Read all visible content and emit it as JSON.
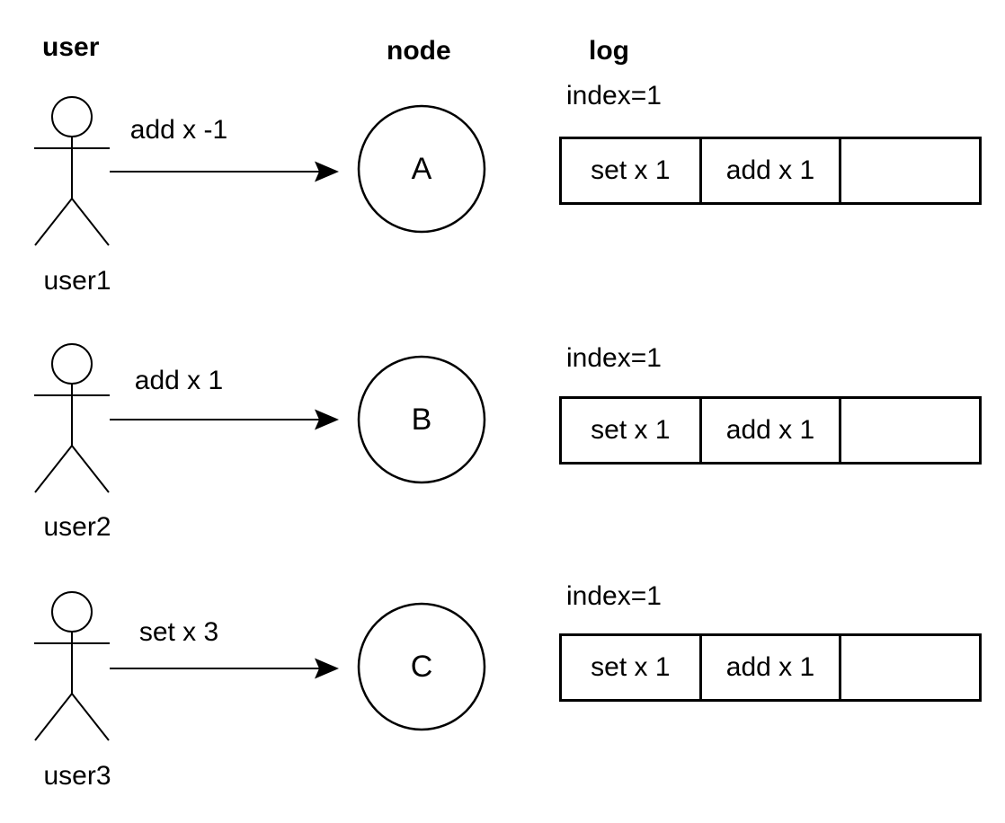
{
  "diagram": {
    "columns": {
      "user": "user",
      "node": "node",
      "log": "log"
    },
    "rows": [
      {
        "user_label": "user1",
        "message": "add x -1",
        "node_label": "A",
        "log": {
          "index_label": "index=1",
          "cells": [
            "set x 1",
            "add x 1",
            ""
          ]
        }
      },
      {
        "user_label": "user2",
        "message": "add x 1",
        "node_label": "B",
        "log": {
          "index_label": "index=1",
          "cells": [
            "set x 1",
            "add x 1",
            ""
          ]
        }
      },
      {
        "user_label": "user3",
        "message": "set x 3",
        "node_label": "C",
        "log": {
          "index_label": "index=1",
          "cells": [
            "set x 1",
            "add x 1",
            ""
          ]
        }
      }
    ],
    "icons": {
      "actor": "stick-figure-icon",
      "message": "right-arrow-icon",
      "node": "circle-shape"
    },
    "colors": {
      "background": "#ffffff",
      "stroke": "#000000",
      "text": "#000000"
    }
  }
}
